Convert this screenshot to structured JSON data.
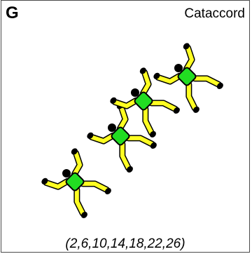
{
  "panel": {
    "letter": "G",
    "formation_name": "Cataccord",
    "sequence": "(2,6,10,14,18,22,26)"
  },
  "colors": {
    "limb": "#ffff22",
    "body": "#22dd22",
    "outline": "#000000",
    "hand": "#000000"
  },
  "formation": {
    "jumper_count": 4,
    "jumper_icons": [
      "skydiver-icon",
      "skydiver-icon",
      "skydiver-icon",
      "skydiver-icon"
    ]
  }
}
